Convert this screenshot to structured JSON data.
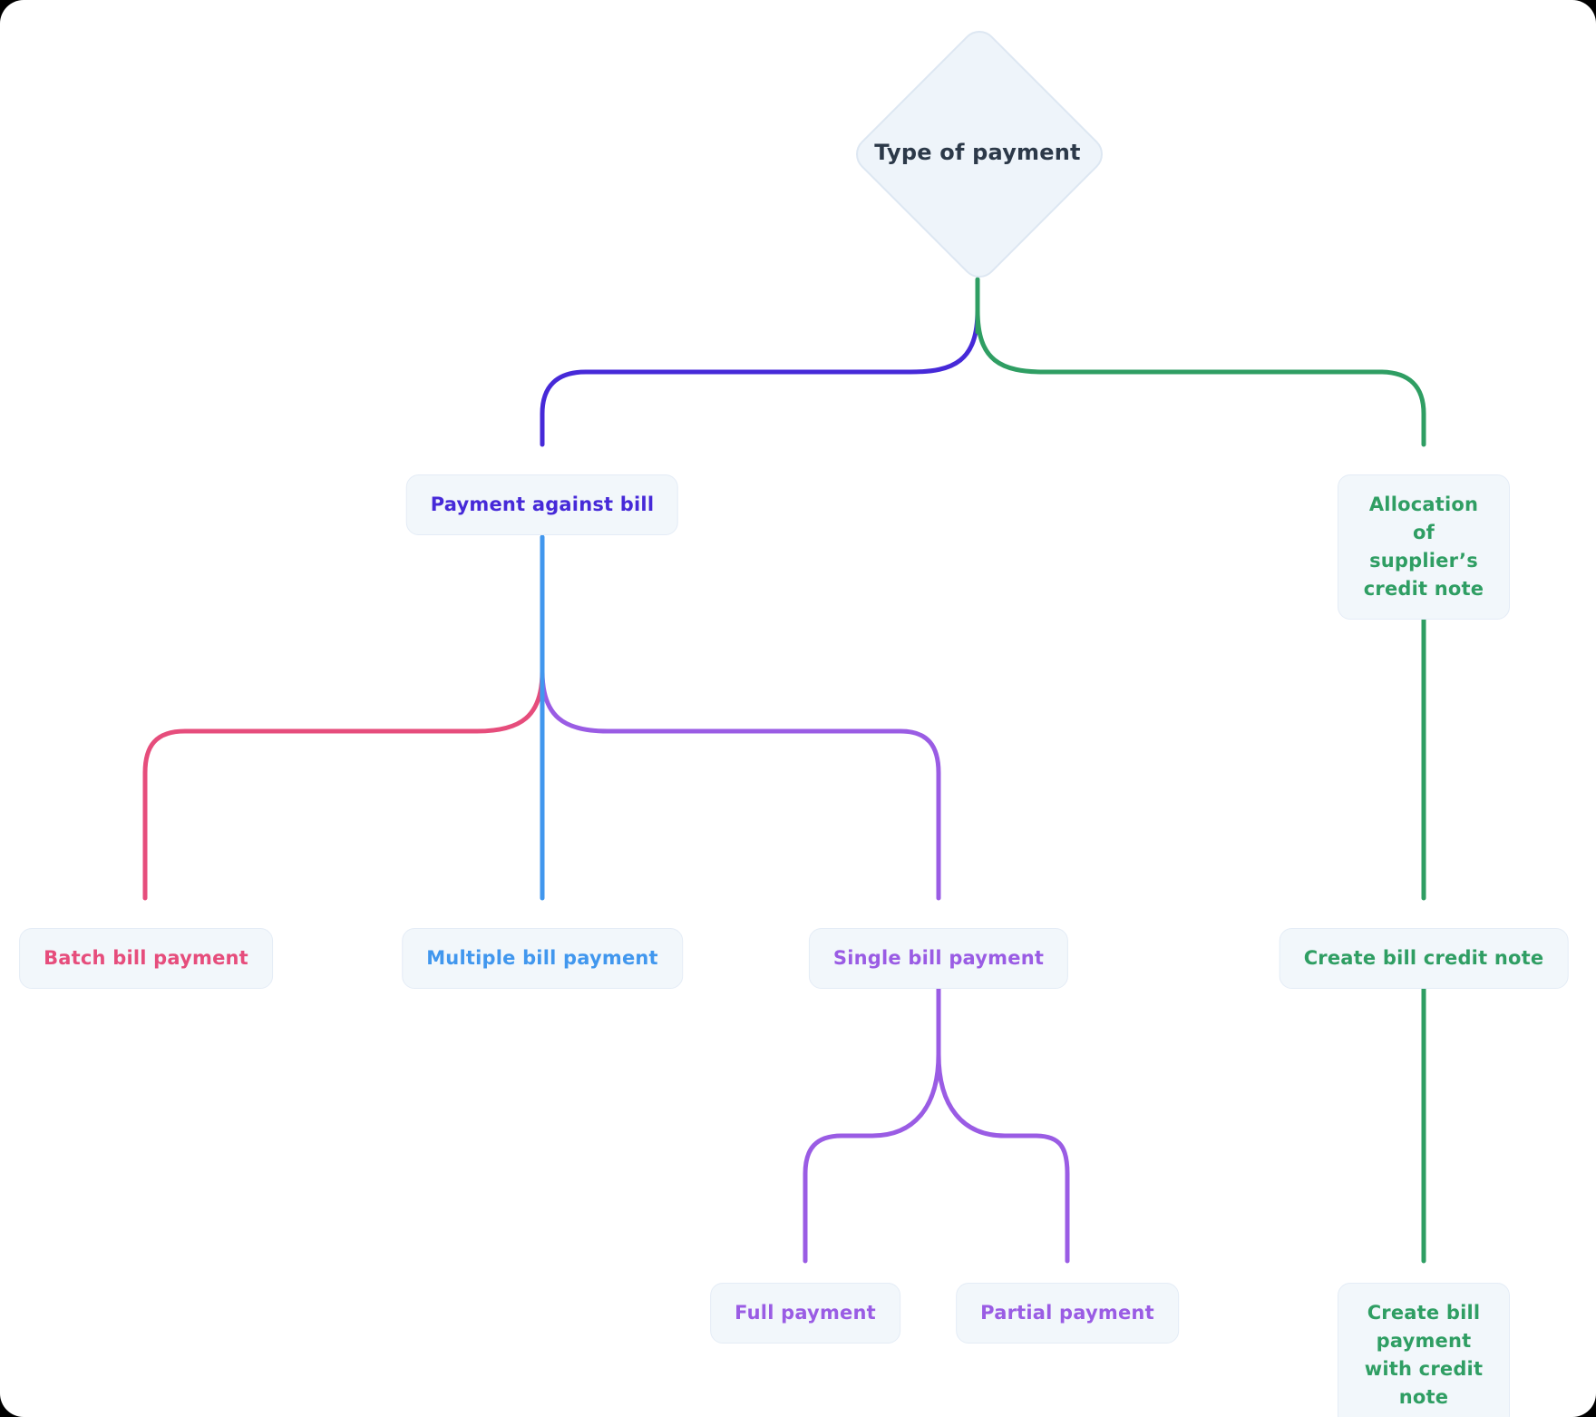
{
  "colors": {
    "indigo": "#4629d8",
    "green": "#2f9e63",
    "pink": "#e64d7c",
    "blue": "#4197ee",
    "purple": "#9a5ce4",
    "node_bg": "#f2f7fb",
    "node_border": "#e4ecf6",
    "diamond_bg": "#eef4fa",
    "diamond_border": "#dde7f2",
    "root_text": "#2c3949"
  },
  "nodes": {
    "root": {
      "label": "Type of payment"
    },
    "payment_against_bill": {
      "label": "Payment against bill"
    },
    "allocation_credit_note": {
      "label": "Allocation of supplier’s credit note"
    },
    "batch": {
      "label": "Batch bill payment"
    },
    "multiple": {
      "label": "Multiple bill payment"
    },
    "single": {
      "label": "Single bill payment"
    },
    "full": {
      "label": "Full payment"
    },
    "partial": {
      "label": "Partial payment"
    },
    "create_credit_note": {
      "label": "Create bill credit note"
    },
    "create_payment_credit_note": {
      "label": "Create bill payment with credit note"
    }
  }
}
